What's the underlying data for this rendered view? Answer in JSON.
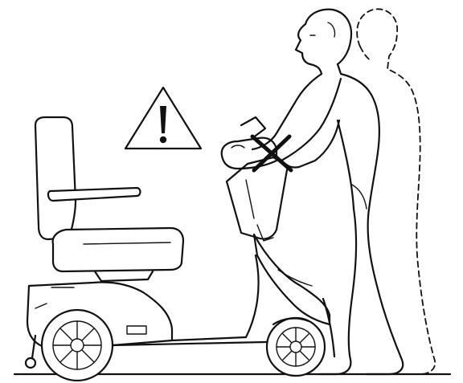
{
  "illustration": {
    "subjects": [
      "mobility-scooter",
      "person-lifting-tiller",
      "person-ghost-outline"
    ],
    "warning_symbol": "exclamation-triangle-icon",
    "prohibition_mark": "cross-x-icon",
    "colors": {
      "ink": "#111111",
      "background": "#ffffff"
    }
  }
}
